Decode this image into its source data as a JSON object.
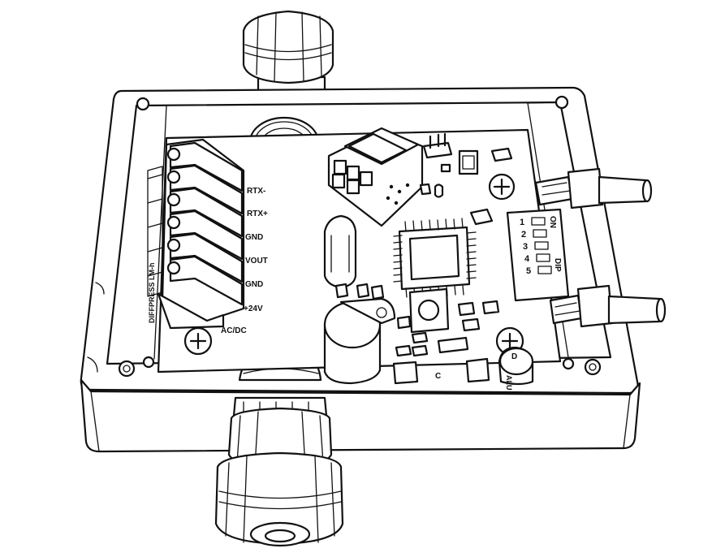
{
  "board": {
    "model_label": "DIFFPRESS LM-h",
    "terminals": [
      "RTX-",
      "RTX+",
      "GND",
      "VOUT",
      "GND",
      "+24V"
    ],
    "power_label": "AC/DC"
  },
  "dip_switch": {
    "on_label": "ON",
    "dip_label": "DIP",
    "positions": [
      "1",
      "2",
      "3",
      "4",
      "5"
    ]
  },
  "components": {
    "cap_c_label": "C",
    "cap_d_label": "D",
    "alu_label": "ALU"
  },
  "colors": {
    "line": "#111111",
    "background": "#ffffff"
  }
}
